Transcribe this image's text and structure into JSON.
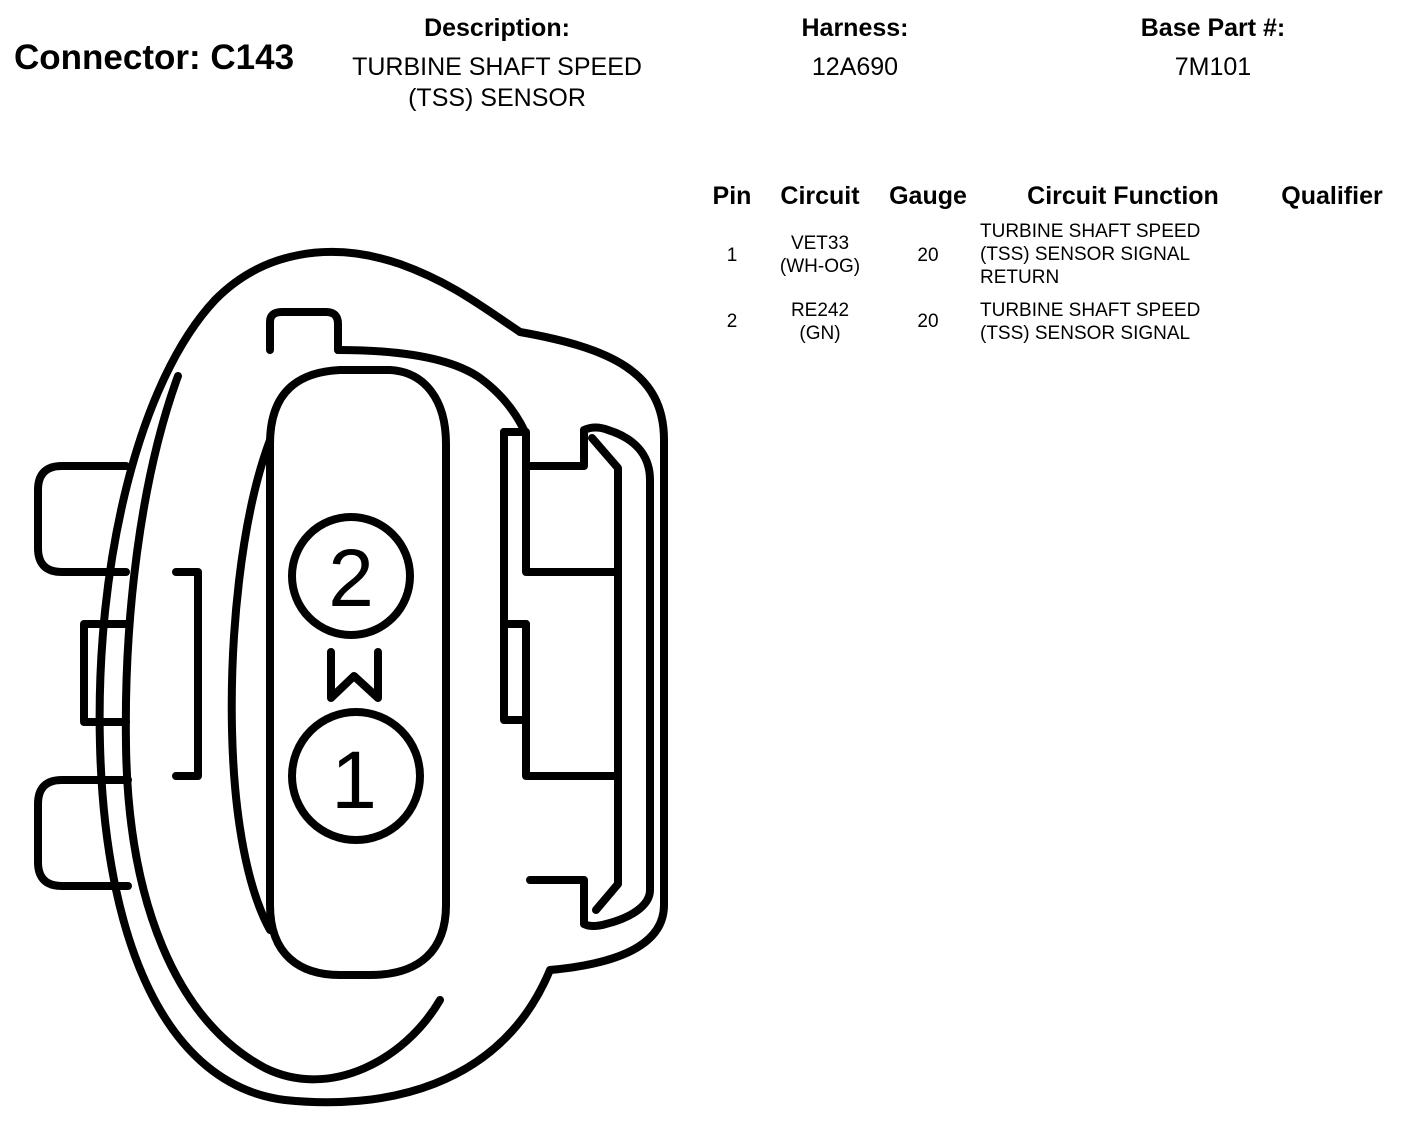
{
  "connector": {
    "label": "Connector: C143"
  },
  "header": {
    "description": {
      "label": "Description:",
      "lines": [
        "TURBINE SHAFT SPEED",
        "(TSS) SENSOR"
      ]
    },
    "harness": {
      "label": "Harness:",
      "value": "12A690"
    },
    "base_part": {
      "label": "Base Part #:",
      "value": "7M101"
    }
  },
  "table": {
    "columns": [
      "Pin",
      "Circuit",
      "Gauge",
      "Circuit Function",
      "Qualifier"
    ],
    "rows": [
      {
        "pin": "1",
        "circuit": [
          "VET33",
          "(WH-OG)"
        ],
        "gauge": "20",
        "function": [
          "TURBINE SHAFT SPEED",
          "(TSS) SENSOR SIGNAL",
          "RETURN"
        ],
        "qualifier": ""
      },
      {
        "pin": "2",
        "circuit": [
          "RE242",
          "(GN)"
        ],
        "gauge": "20",
        "function": [
          "TURBINE SHAFT SPEED",
          "(TSS) SENSOR SIGNAL"
        ],
        "qualifier": ""
      }
    ]
  },
  "diagram": {
    "pins": [
      "2",
      "1"
    ]
  }
}
